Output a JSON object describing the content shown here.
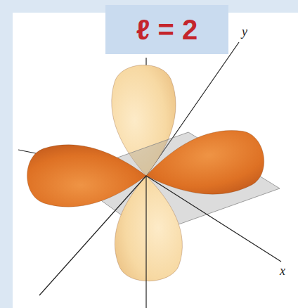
{
  "diagram": {
    "nodes": [
      {
        "text": [
          "ℓ = 2"
        ]
      }
    ],
    "labels": [
      "y",
      "x"
    ]
  }
}
